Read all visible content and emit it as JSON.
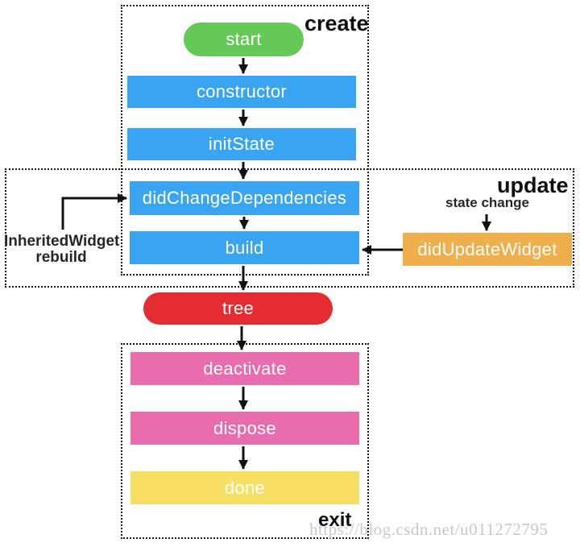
{
  "groups": {
    "create": {
      "label": "create"
    },
    "update": {
      "label": "update"
    },
    "exit": {
      "label": "exit"
    }
  },
  "nodes": {
    "start": {
      "label": "start",
      "color": "#65c957"
    },
    "constructor": {
      "label": "constructor",
      "color": "#39a5f2"
    },
    "init_state": {
      "label": "initState",
      "color": "#39a5f2"
    },
    "did_change_dependencies": {
      "label": "didChangeDependencies",
      "color": "#39a5f2"
    },
    "build": {
      "label": "build",
      "color": "#39a5f2"
    },
    "did_update_widget": {
      "label": "didUpdateWidget",
      "color": "#efaf4d"
    },
    "tree": {
      "label": "tree",
      "color": "#e52d31"
    },
    "deactivate": {
      "label": "deactivate",
      "color": "#e96cae"
    },
    "dispose": {
      "label": "dispose",
      "color": "#e96cae"
    },
    "done": {
      "label": "done",
      "color": "#f6df62"
    }
  },
  "annotations": {
    "state_change": "state change",
    "inherited_widget": {
      "line1": "InheritedWidget",
      "line2": "rebuild"
    }
  },
  "watermark": "https://blog.csdn.net/u011272795",
  "colors": {
    "arrow": "#111111",
    "box_border": "#161616",
    "node_text": "#ffffff",
    "watermark_text": "#c9c9c9"
  }
}
